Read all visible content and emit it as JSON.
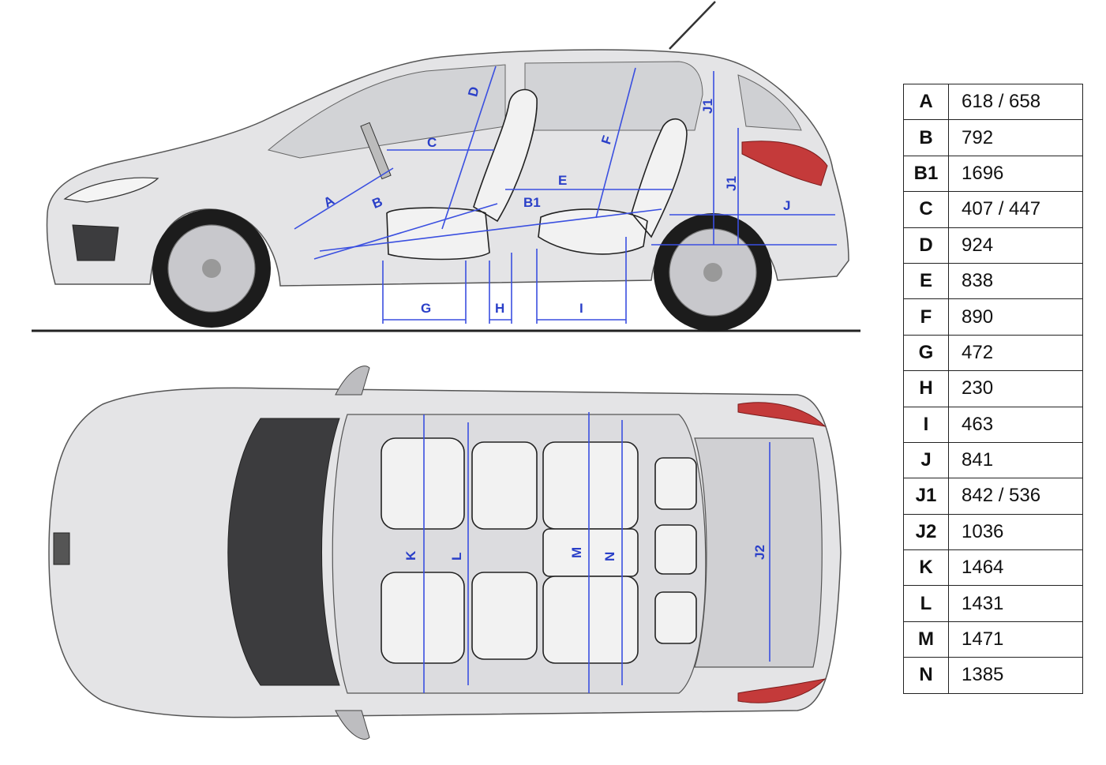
{
  "dimension_labels": {
    "A": "A",
    "B": "B",
    "B1": "B1",
    "C": "C",
    "D": "D",
    "E": "E",
    "F": "F",
    "G": "G",
    "H": "H",
    "I": "I",
    "J": "J",
    "J1": "J1",
    "J2": "J2",
    "K": "K",
    "L": "L",
    "M": "M",
    "N": "N"
  },
  "spec_table": [
    {
      "key": "A",
      "value": "618 / 658"
    },
    {
      "key": "B",
      "value": "792"
    },
    {
      "key": "B1",
      "value": "1696"
    },
    {
      "key": "C",
      "value": "407 / 447"
    },
    {
      "key": "D",
      "value": "924"
    },
    {
      "key": "E",
      "value": "838"
    },
    {
      "key": "F",
      "value": "890"
    },
    {
      "key": "G",
      "value": "472"
    },
    {
      "key": "H",
      "value": "230"
    },
    {
      "key": "I",
      "value": "463"
    },
    {
      "key": "J",
      "value": "841"
    },
    {
      "key": "J1",
      "value": "842 / 536"
    },
    {
      "key": "J2",
      "value": "1036"
    },
    {
      "key": "K",
      "value": "1464"
    },
    {
      "key": "L",
      "value": "1431"
    },
    {
      "key": "M",
      "value": "1471"
    },
    {
      "key": "N",
      "value": "1385"
    }
  ],
  "colors": {
    "dimension": "#2a3fc8",
    "body": "#e4e4e6",
    "tail_light": "#c43a3a",
    "ground": "#222222"
  }
}
